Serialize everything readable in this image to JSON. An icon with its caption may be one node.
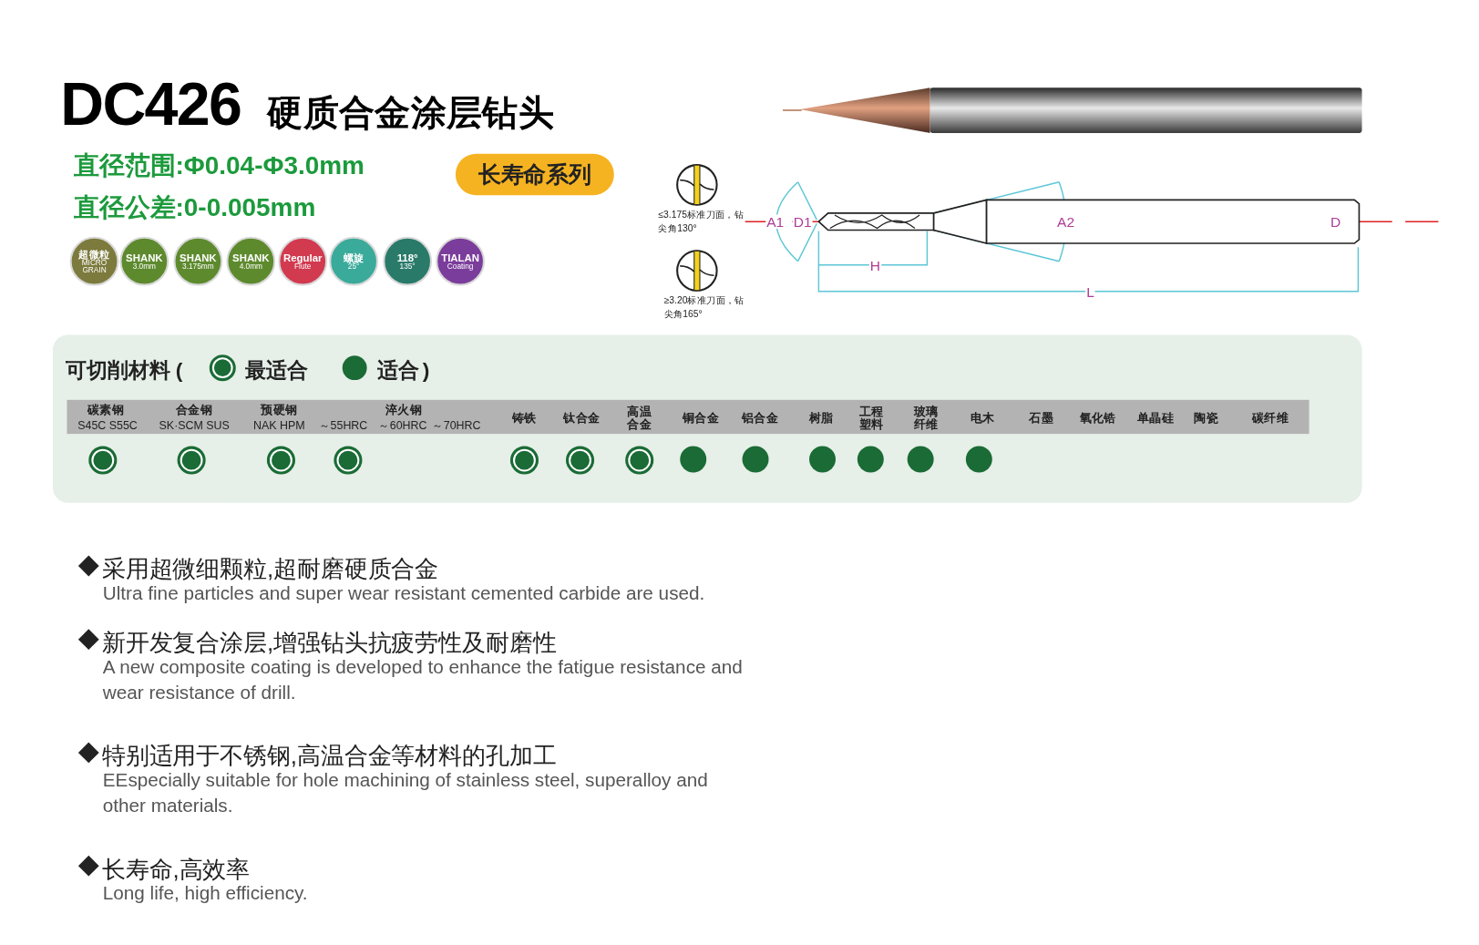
{
  "diagram": {
    "title": "DC426 硬质合金涂层钻头",
    "nodes": [
      {
        "text": [
          "超微粒",
          "MICRO GRAIN"
        ]
      },
      {
        "text": [
          "SHANK",
          "3.0mm"
        ]
      },
      {
        "text": [
          "SHANK",
          "3.175mm"
        ]
      },
      {
        "text": [
          "SHANK",
          "4.0mm"
        ]
      },
      {
        "text": [
          "Regular",
          "Flute"
        ]
      },
      {
        "text": [
          "螺旋",
          "25°"
        ]
      },
      {
        "text": [
          "118°",
          "135°"
        ]
      },
      {
        "text": [
          "TIALAN",
          "Coating"
        ]
      },
      {
        "text": [
          "长寿命系列"
        ]
      },
      {
        "text": [],
        "shape": "ring"
      },
      {
        "text": [],
        "shape": "ring"
      },
      {
        "text": [],
        "shape": "ring"
      },
      {
        "text": [],
        "shape": "ring"
      },
      {
        "text": [],
        "shape": "ring"
      },
      {
        "text": [],
        "shape": "ring"
      },
      {
        "text": [],
        "shape": "ring"
      },
      {
        "text": [],
        "shape": "circle"
      },
      {
        "text": [],
        "shape": "circle"
      },
      {
        "text": [],
        "shape": "circle"
      },
      {
        "text": [],
        "shape": "circle"
      },
      {
        "text": [],
        "shape": "circle"
      },
      {
        "text": [],
        "shape": "circle"
      }
    ],
    "labels": [
      "直径范围:Φ0.04-Φ3.0mm",
      "直径公差:0-0.005mm",
      "≤3.175标准刀面，钻尖角130°",
      "≥3.20标准刀面，钻尖角165°",
      "A1",
      "D1",
      "A2",
      "D",
      "H",
      "L",
      "可切削材料 (",
      ")",
      "碳素钢",
      "S45C S55C",
      "合金钢",
      "SK·SCM SUS",
      "预硬钢",
      "NAK HPM",
      "淬火钢",
      "～55HRC",
      "～60HRC",
      "～70HRC",
      "铸铁",
      "钛合金",
      "高温合金",
      "铜合金",
      "铝合金",
      "树脂",
      "工程塑料",
      "玻璃纤维",
      "电木",
      "石墨",
      "氧化锆",
      "单晶硅",
      "陶瓷",
      "碳纤维",
      "采用超微细颗粒,超耐磨硬质合金",
      "Ultra fine particles and super wear resistant cemented carbide are used.",
      "新开发复合涂层,增强钻头抗疲劳性及耐磨性",
      "A new composite coating is developed to enhance the fatigue resistance and wear resistance of drill.",
      "特别适用于不锈钢,高温合金等材料的孔加工",
      "EEspecially suitable for hole machining of stainless steel, superalloy and other materials.",
      "长寿命,高效率",
      "Long life, high efficiency."
    ],
    "legend": [
      {
        "text": "最适合"
      },
      {
        "text": "适合"
      }
    ]
  }
}
